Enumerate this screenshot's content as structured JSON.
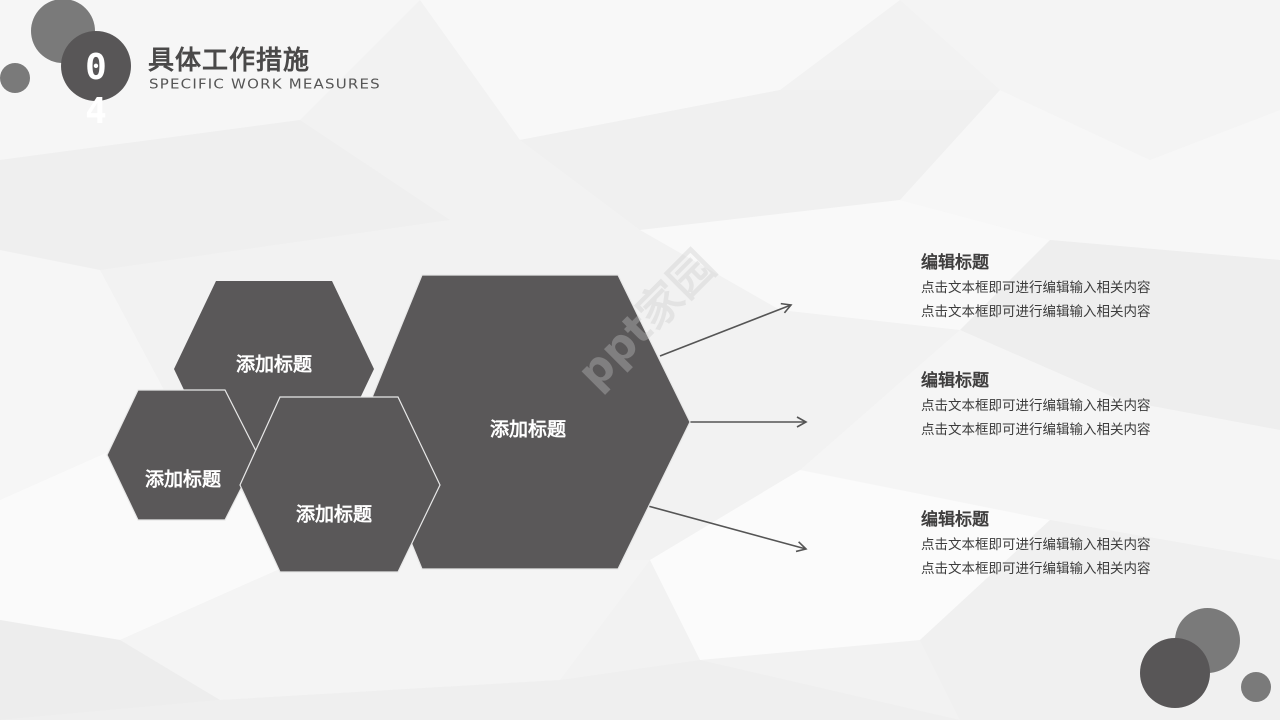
{
  "header": {
    "section_number": "04",
    "title_cn": "具体工作措施",
    "title_en": "SPECIFIC WORK MEASURES"
  },
  "hexagons": [
    {
      "id": "top-left",
      "label": "添加标题"
    },
    {
      "id": "small-left",
      "label": "添加标题"
    },
    {
      "id": "bottom-middle",
      "label": "添加标题"
    },
    {
      "id": "large-center",
      "label": "添加标题"
    }
  ],
  "items": [
    {
      "title": "编辑标题",
      "text": "点击文本框即可进行编辑输入相关内容点击文本框即可进行编辑输入相关内容"
    },
    {
      "title": "编辑标题",
      "text": "点击文本框即可进行编辑输入相关内容点击文本框即可进行编辑输入相关内容"
    },
    {
      "title": "编辑标题",
      "text": "点击文本框即可进行编辑输入相关内容点击文本框即可进行编辑输入相关内容"
    }
  ],
  "watermark": "ppt家园",
  "colors": {
    "hex_fill": "#5a5859",
    "circle_dark": "#585657",
    "circle_light": "#7a7a7a",
    "arrow": "#555555",
    "background": "#f3f3f3"
  }
}
